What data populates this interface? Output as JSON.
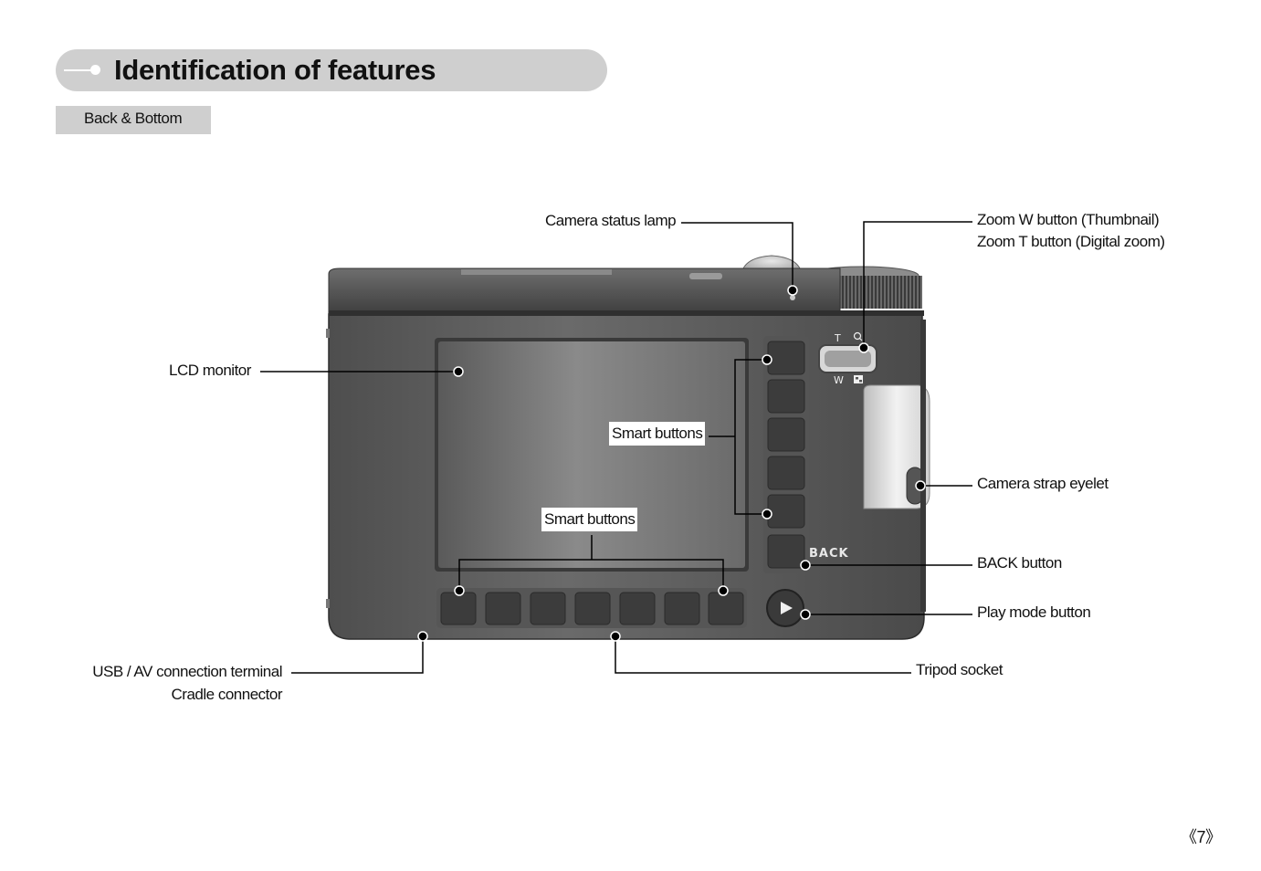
{
  "header": {
    "title": "Identification of features",
    "section": "Back & Bottom"
  },
  "camera": {
    "back_label": "BACK",
    "zoom_t_label": "T",
    "zoom_w_label": "W"
  },
  "callouts": {
    "camera_status_lamp": "Camera status lamp",
    "zoom_w": "Zoom W button (Thumbnail)",
    "zoom_t": "Zoom T button (Digital zoom)",
    "lcd_monitor": "LCD monitor",
    "smart_buttons_right": "Smart buttons",
    "smart_buttons_bottom": "Smart buttons",
    "camera_strap_eyelet": "Camera strap eyelet",
    "back_button": "BACK button",
    "play_mode_button": "Play mode button",
    "usb_av_terminal": "USB / AV connection terminal",
    "cradle_connector": "Cradle connector",
    "tripod_socket": "Tripod socket"
  },
  "footer": {
    "page_number": "《7》"
  }
}
